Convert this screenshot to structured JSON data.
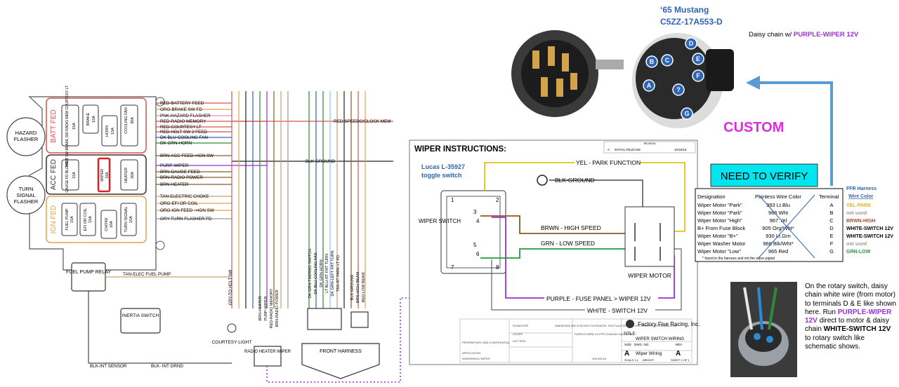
{
  "left_diagram": {
    "fuse_groups": [
      "BATT FED",
      "ACC FED",
      "IGN FED"
    ],
    "hazard_flasher": "HAZARD FLASHER",
    "turn_flasher": "TURN SIGNAL FLASHER",
    "batt_fuses": [
      {
        "name": "HDLT SW BRAKE SW RADIO MEM COURTESY LT",
        "amps": "15A"
      },
      {
        "name": "BRAKE",
        "amps": "15A"
      },
      {
        "name": "HORN",
        "amps": "15A"
      },
      {
        "name": "COOLING FAN",
        "amps": "30A"
      }
    ],
    "acc_fuses": [
      {
        "name": "GAUGE FD BLOWER",
        "amps": "15A"
      },
      {
        "name": "WIPER",
        "amps": "15A"
      },
      {
        "name": "HEATER",
        "amps": "20A"
      }
    ],
    "ign_fuses": [
      {
        "name": "FUEL PUMP",
        "amps": "15A"
      },
      {
        "name": "EFI OR COIL",
        "amps": "15A"
      },
      {
        "name": "CHOKE",
        "amps": "10A"
      },
      {
        "name": "TURN SIGNAL",
        "amps": "15A"
      }
    ],
    "wires_top": [
      "RED-BATTERY FEED",
      "ORG-BRAKE SW FD",
      "PNK-HAZARD FLASHER",
      "RED-RADIO MEMORY",
      "RED-COURTESY LT",
      "RED-HDLT SW 2 FEED",
      "DK BLU-COOLING FAN",
      "DK GRN-HORN"
    ],
    "speedo_wire": "RED-SPEEDO/CLOCK MEM",
    "wires_mid": [
      "BRN-ACC FEED->IGN SW",
      "PURP-WIPER",
      "BRN-GAUGE FEED",
      "BRN-RADIO POWER",
      "BRN-HEATER"
    ],
    "blk_ground": "BLK-GROUND",
    "wires_ign": [
      "TAN-ELECTRIC CHOKE",
      "ORG-EFI OR COIL",
      "ORG-IGN FEED ->IGN SW",
      "GRY-TURN FLASHER FD"
    ],
    "fuel_pump_relay": "FUEL PUMP RELAY",
    "tan_fuel_pump": "TAN-ELEC FUEL PUMP",
    "inertia_switch": "INERTIA SWITCH",
    "blk_int_sensor": "BLK-INT SENSOR",
    "blk_int_grnd": "BLK- INT GRND",
    "gry_hdlt": "GRY-TO HDLT SW",
    "courtesy_light": "COURTESY LIGHT",
    "radio_vertical": [
      "BRN-HEATER",
      "PURP-WIPER",
      "RED-RADIO MEMORY",
      "BRN-RADIO POWER"
    ],
    "radio_box": "RADIO HEATER WIPER",
    "front_vertical": [
      "DK GRN-THERMO SWITCH",
      "DK BLU-COOLING FAN",
      "DK GRN-HORN",
      "LT BLU-RT FRT TURN",
      "DK GRN-LEFT FRT TURN",
      "TAN-RT PARK LT FD"
    ],
    "beam_vertical": [
      "BLK-GROUND",
      "BRN-HIGH BEAM",
      "RED-LOW BEAM"
    ],
    "front_harness": "FRONT HARNESS"
  },
  "switch_photo": {
    "title_line1": "‘65 Mustang",
    "title_line2": "C5ZZ-17A553-D",
    "terminals": [
      "A",
      "B",
      "C",
      "D",
      "E",
      "F",
      "G",
      "?"
    ],
    "daisy_prefix": "Daisy chain w/ ",
    "daisy_highlight": "PURPLE-WIPER 12V"
  },
  "custom_label": "CUSTOM",
  "need_verify": "NEED TO VERIFY",
  "wiper": {
    "title": "WIPER INSTRUCTIONS:",
    "lucas_line1": "Lucas L-35927",
    "lucas_line2": "toggle switch",
    "switch_label": "WIPER SWITCH",
    "pins": [
      "1",
      "2",
      "3",
      "4",
      "5",
      "6",
      "7",
      "8"
    ],
    "yel": "YEL - PARK FUNCTION",
    "blk": "BLK-GROUND",
    "brwn": "BRWN - HIGH SPEED",
    "grn": "GRN - LOW SPEED",
    "motor": "WIPER MOTOR",
    "purple": "PURPLE - FUSE PANEL > WIPER 12V",
    "white": "WHITE - SWITCH 12V",
    "revision_header": "REVISION",
    "rev_a": "A",
    "rev_desc": "INITIAL RELEASE",
    "rev_date": "10/19/16",
    "company": "Factory Five Racing, Inc.",
    "title_label": "TITLE:",
    "title_value": "WIPER SWITCH WIRING",
    "size_label": "SIZE",
    "size_value": "A",
    "dwg_label": "DWG. NO.",
    "dwg_value": "Wiper Wiring",
    "rev_label": "REV",
    "rev_value": "A",
    "scale": "SCALE 1:1",
    "weight": "WEIGHT:",
    "sheet": "SHEET 1 OF 1",
    "tb_left": [
      "ROADSTER",
      "COUPE",
      "HOT ROD"
    ],
    "tb_notes": "DIMENSIONS ARE IN INCHES TOLERANCES: TWO PLACE DECIMAL ±.010 THREE PLACE DECIMAL ±.005",
    "tb_purple": "PURPLE WIRE 0.5 FFR CHASSIS HARNESS",
    "tb_prop": "PROPRIETARY AND CONFIDENTIAL",
    "tb_applic": "APPLICATION",
    "tb_windshield": "WINDSHIELD WIPER",
    "tb_date": "10/19/2016"
  },
  "table": {
    "headers": [
      "Designation",
      "Painless Wire Color",
      "Terminal"
    ],
    "rows": [
      [
        "Wiper Motor \"Park\"",
        "993 Lt.Blu",
        "A"
      ],
      [
        "Wiper Motor \"Park\"",
        "966 Wht",
        "B"
      ],
      [
        "Wiper Motor \"High\"",
        "967 Yel",
        "C"
      ],
      [
        "B+ From Fuse Block",
        "905 Org/Wht*",
        "D"
      ],
      [
        "Wiper Motor \"B+\"",
        "930 Lt.Grn",
        "E"
      ],
      [
        "Wiper Washer Motor",
        "968 Blk/Wht*",
        "F"
      ],
      [
        "Wiper Motor \"Low\"",
        "965 Red",
        "G"
      ]
    ],
    "footnote": "* found in the harness and not the wiper pigtail"
  },
  "ffr": {
    "header1": "FFR Harness",
    "header2": "Wire Color",
    "colors": [
      {
        "text": "YEL-PARK",
        "color": "#e3b31a"
      },
      {
        "text": "not used",
        "color": "#9a9a9a"
      },
      {
        "text": "BRWN-HIGH",
        "color": "#a0522d"
      },
      {
        "text": "WHITE-SWITCH 12V",
        "color": "#000000"
      },
      {
        "text": "WHITE-SWITCH 12V",
        "color": "#000000"
      },
      {
        "text": "not used",
        "color": "#9a9a9a"
      },
      {
        "text": "GRN-LOW",
        "color": "#1f9e3a"
      }
    ]
  },
  "bottom_note": {
    "line1": "On the rotary switch, daisy chain white wire (from motor) to terminals D & E like shown here.  Run ",
    "purple": "PURPLE-WIPER 12V",
    "line2": " direct to motor & daisy chain ",
    "white": "WHITE-SWITCH 12V",
    "line3": " to rotary switch like schematic shows."
  },
  "colors": {
    "purple": "#9b2fd6",
    "magenta": "#e02be0",
    "blue_title": "#2e64b5",
    "arrow": "#5b9bd5",
    "verify_bg": "#00e5ee",
    "batt_border": "#d9534f",
    "acc_border": "#333333",
    "ign_border": "#e6a050"
  }
}
